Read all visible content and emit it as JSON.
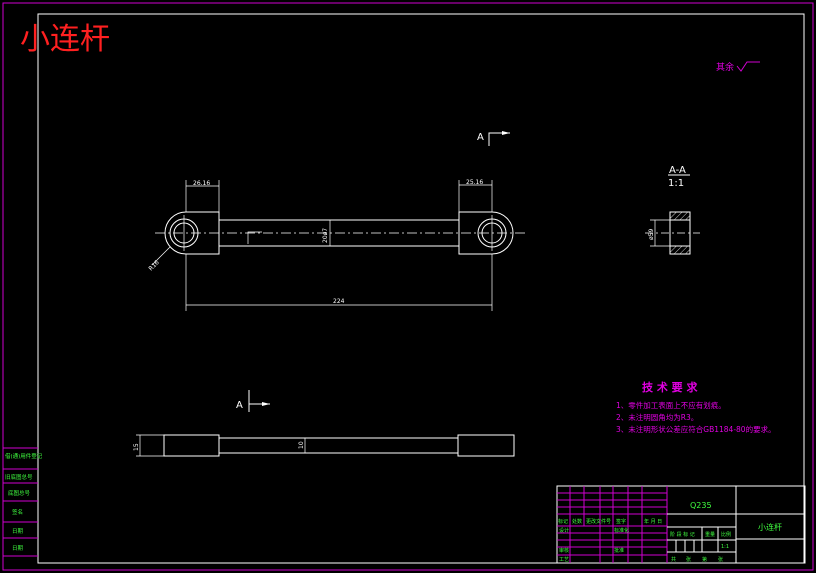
{
  "drawing": {
    "watermark_title": "小连杆",
    "roughness_note": "其余",
    "section_marker_top": "A",
    "section_marker_bottom": "A",
    "section_view_title": "A-A",
    "section_view_scale": "1:1",
    "section_view_diameter": "ø59",
    "dims": {
      "left_boss_width": "26.16",
      "right_boss_width": "25.16",
      "shaft_height": "20ø7",
      "boss_radius": "R16",
      "overall_length": "224",
      "side_height_left": "15",
      "side_height_mid": "10"
    }
  },
  "tech_requirements": {
    "heading": "技 术 要 求",
    "items": [
      "1、零件加工表面上不应有划痕。",
      "2、未注明圆角均为R3。",
      "3、未注明形状公差应符合GB1184-80的要求。"
    ]
  },
  "side_strip": {
    "labels": [
      "借(通)用件登记",
      "旧底图总号",
      "底图总号",
      "签名",
      "日期",
      "日期"
    ]
  },
  "title_block": {
    "material": "Q235",
    "part_name": "小连杆",
    "header_cells": [
      "标记",
      "处数",
      "更改文件号",
      "签字",
      "年 月 日"
    ],
    "side_labels": [
      "设计",
      "标准化",
      "审核",
      "批准",
      "工艺"
    ],
    "stage_labels": [
      "阶 段 标 记",
      "重量",
      "比例"
    ],
    "scale_value": "1:1",
    "sheet_labels": [
      "共",
      "张",
      "第",
      "张"
    ]
  }
}
